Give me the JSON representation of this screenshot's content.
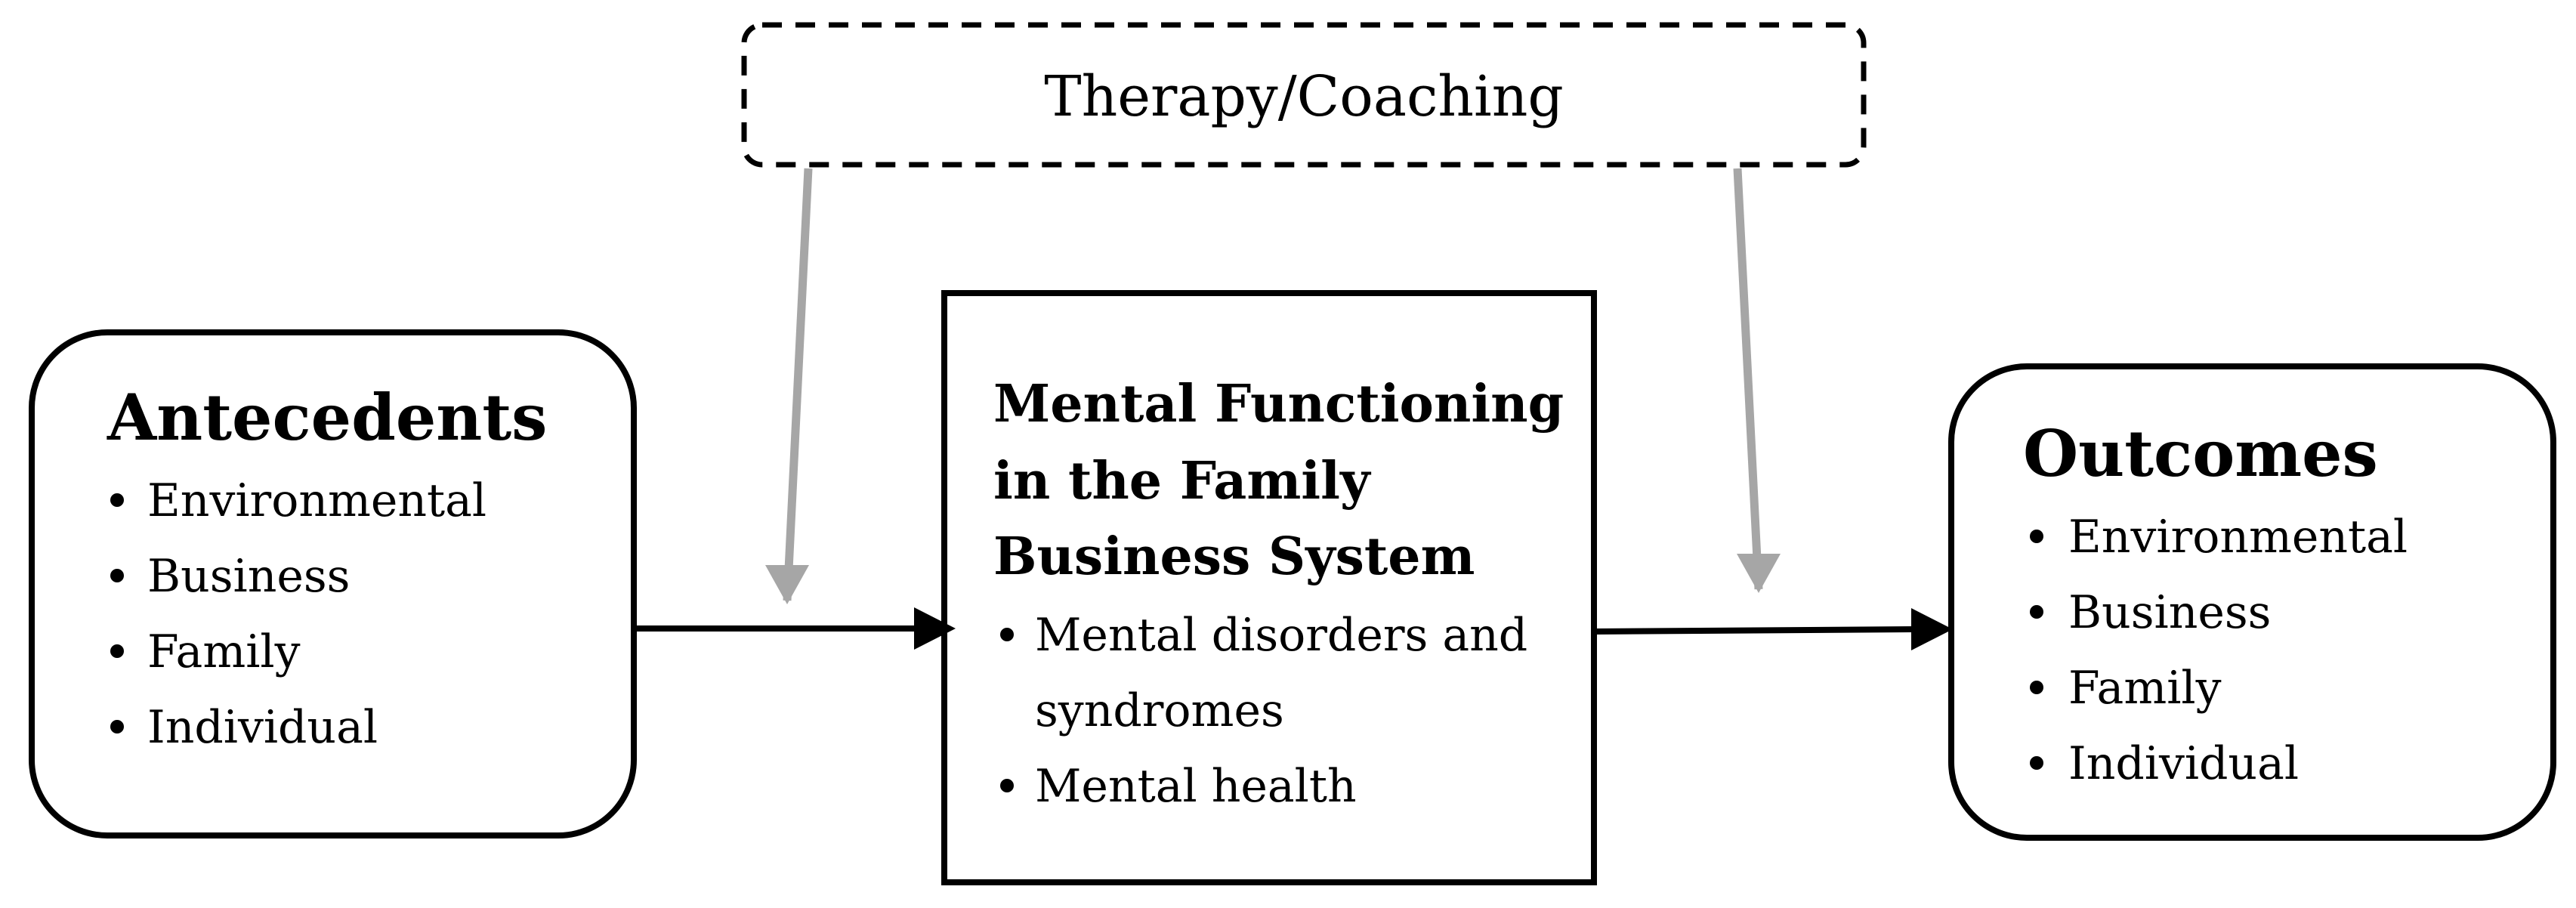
{
  "therapy": {
    "label": "Therapy/Coaching"
  },
  "antecedents": {
    "title": "Antecedents",
    "items": [
      "Environmental",
      "Business",
      "Family",
      "Individual"
    ]
  },
  "mental": {
    "title_lines": [
      "Mental Functioning",
      "in the Family",
      "Business System"
    ],
    "items_lines": [
      "Mental disorders and",
      "syndromes",
      "Mental health"
    ]
  },
  "outcomes": {
    "title": "Outcomes",
    "items": [
      "Environmental",
      "Business",
      "Family",
      "Individual"
    ]
  },
  "colors": {
    "box_stroke": "#000000",
    "arrow_main": "#000000",
    "arrow_moderator": "#a6a6a6",
    "background": "#ffffff"
  },
  "icons": {
    "bullet": "bullet-dot-icon",
    "arrowhead": "arrowhead-icon"
  }
}
